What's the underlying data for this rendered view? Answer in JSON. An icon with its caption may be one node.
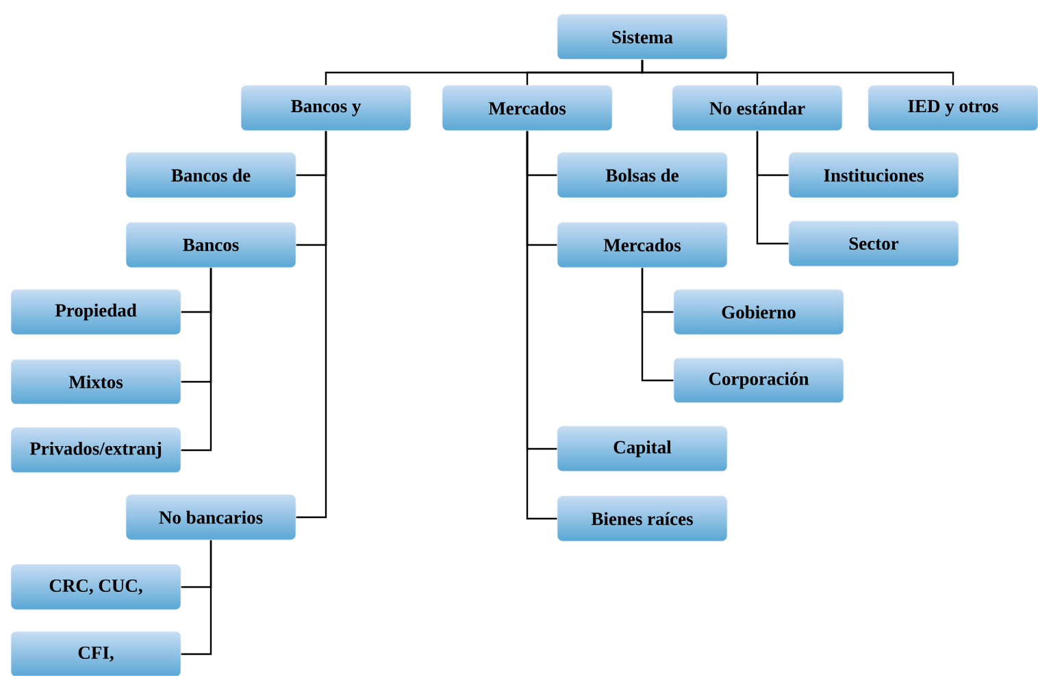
{
  "diagram": {
    "nodes": [
      {
        "text": [
          "Sistema"
        ]
      },
      {
        "text": [
          "Bancos y"
        ]
      },
      {
        "text": [
          "Mercados"
        ]
      },
      {
        "text": [
          "No estándar"
        ]
      },
      {
        "text": [
          "IED y otros"
        ]
      },
      {
        "text": [
          "Bancos de"
        ]
      },
      {
        "text": [
          "Bancos"
        ]
      },
      {
        "text": [
          "Propiedad"
        ]
      },
      {
        "text": [
          "Mixtos"
        ]
      },
      {
        "text": [
          "Privados/extranj"
        ]
      },
      {
        "text": [
          "No bancarios"
        ]
      },
      {
        "text": [
          "CRC, CUC,"
        ]
      },
      {
        "text": [
          "CFI,"
        ]
      },
      {
        "text": [
          "Bolsas de"
        ]
      },
      {
        "text": [
          "Mercados"
        ]
      },
      {
        "text": [
          "Gobierno"
        ]
      },
      {
        "text": [
          "Corporación"
        ]
      },
      {
        "text": [
          "Capital"
        ]
      },
      {
        "text": [
          "Bienes raíces"
        ]
      },
      {
        "text": [
          "Instituciones"
        ]
      },
      {
        "text": [
          "Sector"
        ]
      }
    ],
    "edges": [
      {
        "from": 0,
        "to": 1,
        "arrow": "none"
      },
      {
        "from": 0,
        "to": 2,
        "arrow": "none"
      },
      {
        "from": 0,
        "to": 3,
        "arrow": "none"
      },
      {
        "from": 0,
        "to": 4,
        "arrow": "none"
      },
      {
        "from": 1,
        "to": 5,
        "arrow": "none"
      },
      {
        "from": 1,
        "to": 6,
        "arrow": "none"
      },
      {
        "from": 6,
        "to": 7,
        "arrow": "none"
      },
      {
        "from": 6,
        "to": 8,
        "arrow": "none"
      },
      {
        "from": 6,
        "to": 9,
        "arrow": "none"
      },
      {
        "from": 1,
        "to": 10,
        "arrow": "none"
      },
      {
        "from": 10,
        "to": 11,
        "arrow": "none"
      },
      {
        "from": 10,
        "to": 12,
        "arrow": "none"
      },
      {
        "from": 2,
        "to": 13,
        "arrow": "none"
      },
      {
        "from": 2,
        "to": 14,
        "arrow": "none"
      },
      {
        "from": 14,
        "to": 15,
        "arrow": "none"
      },
      {
        "from": 14,
        "to": 16,
        "arrow": "none"
      },
      {
        "from": 2,
        "to": 17,
        "arrow": "none"
      },
      {
        "from": 2,
        "to": 18,
        "arrow": "none"
      },
      {
        "from": 3,
        "to": 19,
        "arrow": "none"
      },
      {
        "from": 3,
        "to": 20,
        "arrow": "none"
      }
    ]
  }
}
